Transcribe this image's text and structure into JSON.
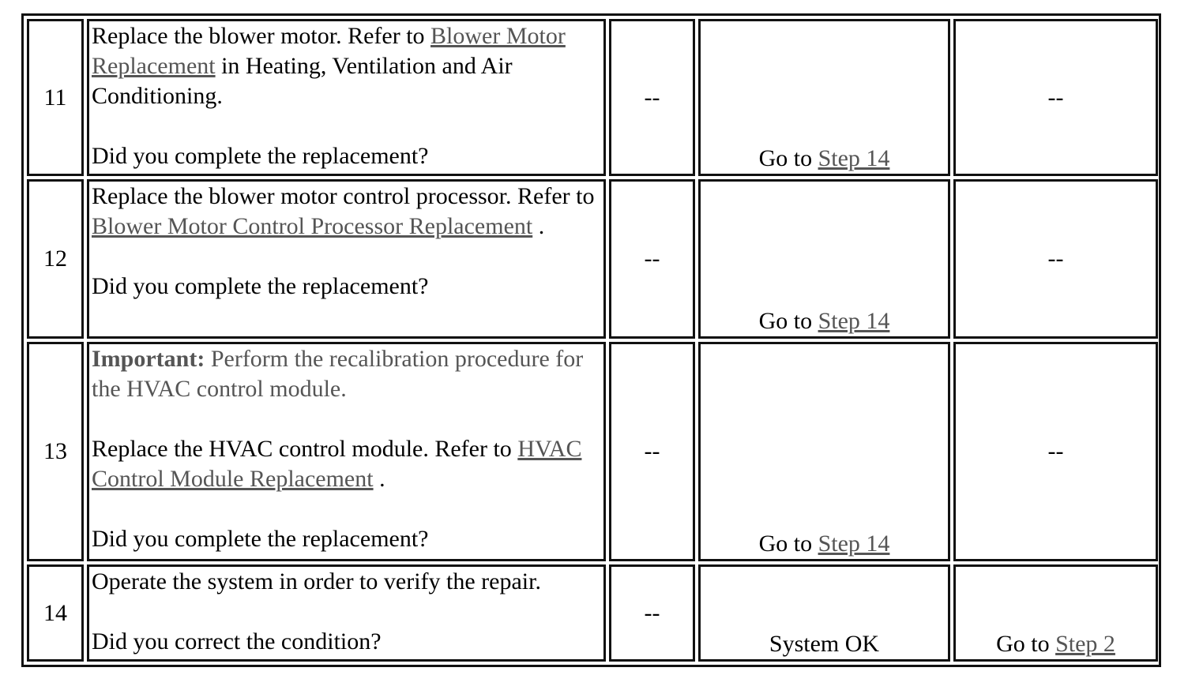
{
  "rows": [
    {
      "step": "11",
      "action_text_a": "Replace the blower motor. Refer to ",
      "action_link": "Blower Motor Replacement",
      "action_text_b": " in Heating, Ventilation and Air Conditioning.",
      "question": "Did you complete the replacement?",
      "value": "--",
      "yes_prefix": "Go to ",
      "yes_link": "Step 14",
      "no_text": "--"
    },
    {
      "step": "12",
      "action_text_a": "Replace the blower motor control processor. Refer to ",
      "action_link": "Blower Motor Control Processor Replacement",
      "action_text_b": " .",
      "question": "Did you complete the replacement?",
      "value": "--",
      "yes_prefix": "Go to ",
      "yes_link": "Step 14",
      "no_text": "--"
    },
    {
      "step": "13",
      "important_label": "Important:",
      "important_text": " Perform the recalibration procedure for the HVAC control module.",
      "action_text_a": "Replace the HVAC control module. Refer to ",
      "action_link": "HVAC Control Module Replacement",
      "action_text_b": " .",
      "question": "Did you complete the replacement?",
      "value": "--",
      "yes_prefix": "Go to ",
      "yes_link": "Step 14",
      "no_text": "--"
    },
    {
      "step": "14",
      "action_text_a": "Operate the system in order to verify the repair.",
      "question": "Did you correct the condition?",
      "value": "--",
      "yes_text": "System OK",
      "no_prefix": "Go to ",
      "no_link": "Step 2"
    }
  ]
}
